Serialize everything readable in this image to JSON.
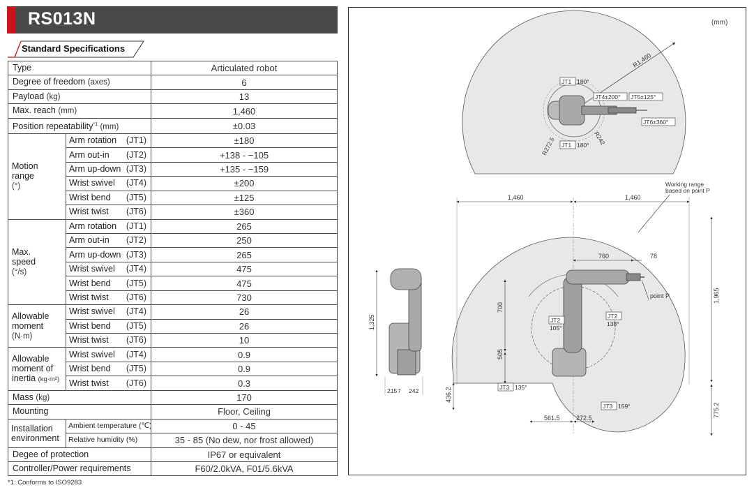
{
  "header": {
    "model": "RS013N",
    "section": "Standard Specifications"
  },
  "specs": {
    "type": {
      "label": "Type",
      "value": "Articulated robot"
    },
    "dof": {
      "label": "Degree of freedom",
      "unit": "(axes)",
      "value": "6"
    },
    "payload": {
      "label": "Payload",
      "unit": "(kg)",
      "value": "13"
    },
    "reach": {
      "label": "Max. reach",
      "unit": "(mm)",
      "value": "1,460"
    },
    "repeat": {
      "label": "Position repeatability",
      "sup": "*1",
      "unit": "(mm)",
      "value": "±0.03"
    },
    "motion": {
      "label1": "Motion",
      "label2": "range",
      "unit": "(°)",
      "rows": [
        {
          "name": "Arm rotation",
          "code": "(JT1)",
          "value": "±180"
        },
        {
          "name": "Arm out-in",
          "code": "(JT2)",
          "value": "+138 - −105"
        },
        {
          "name": "Arm up-down",
          "code": "(JT3)",
          "value": "+135 - −159"
        },
        {
          "name": "Wrist swivel",
          "code": "(JT4)",
          "value": "±200"
        },
        {
          "name": "Wrist bend",
          "code": "(JT5)",
          "value": "±125"
        },
        {
          "name": "Wrist twist",
          "code": "(JT6)",
          "value": "±360"
        }
      ]
    },
    "speed": {
      "label1": "Max.",
      "label2": "speed",
      "unit": "(°/s)",
      "rows": [
        {
          "name": "Arm rotation",
          "code": "(JT1)",
          "value": "265"
        },
        {
          "name": "Arm out-in",
          "code": "(JT2)",
          "value": "250"
        },
        {
          "name": "Arm up-down",
          "code": "(JT3)",
          "value": "265"
        },
        {
          "name": "Wrist swivel",
          "code": "(JT4)",
          "value": "475"
        },
        {
          "name": "Wrist bend",
          "code": "(JT5)",
          "value": "475"
        },
        {
          "name": "Wrist twist",
          "code": "(JT6)",
          "value": "730"
        }
      ]
    },
    "moment": {
      "label1": "Allowable",
      "label2": "moment",
      "unit": "(N·m)",
      "rows": [
        {
          "name": "Wrist swivel",
          "code": "(JT4)",
          "value": "26"
        },
        {
          "name": "Wrist bend",
          "code": "(JT5)",
          "value": "26"
        },
        {
          "name": "Wrist twist",
          "code": "(JT6)",
          "value": "10"
        }
      ]
    },
    "inertia": {
      "label1": "Allowable",
      "label2": "moment of",
      "label3": "inertia",
      "unit": "(kg·m²)",
      "rows": [
        {
          "name": "Wrist swivel",
          "code": "(JT4)",
          "value": "0.9"
        },
        {
          "name": "Wrist bend",
          "code": "(JT5)",
          "value": "0.9"
        },
        {
          "name": "Wrist twist",
          "code": "(JT6)",
          "value": "0.3"
        }
      ]
    },
    "mass": {
      "label": "Mass",
      "unit": "(kg)",
      "value": "170"
    },
    "mounting": {
      "label": "Mounting",
      "value": "Floor, Ceiling"
    },
    "install": {
      "label1": "Installation",
      "label2": "environment",
      "rows": [
        {
          "name": "Ambient temperature (℃)",
          "value": "0 - 45"
        },
        {
          "name": "Relative humidity (%)",
          "value": "35 - 85 (No dew, nor frost allowed)"
        }
      ]
    },
    "protection": {
      "label": "Degee of protection",
      "value": "IP67 or equivalent"
    },
    "controller": {
      "label": "Controller/Power requirements",
      "value": "F60/2.0kVA, F01/5.6kVA"
    }
  },
  "footnote": "*1: Conforms to ISO9283",
  "diagram": {
    "unit": "(mm)",
    "top_view": {
      "radius": "R1,460",
      "jt1_top": "180°",
      "jt1_bottom": "180°",
      "jt4": "JT4±200°",
      "jt5": "JT5±125°",
      "jt6": "JT6±360°",
      "r2725": "R272.5",
      "r242": "R242",
      "jt1_tag": "JT1"
    },
    "side_view": {
      "working_range_1": "Working range",
      "working_range_2": "based on point P",
      "dim_1460_left": "1,460",
      "dim_1460_right": "1,460",
      "dim_760": "760",
      "dim_78": "78",
      "dim_700": "700",
      "dim_505": "505",
      "dim_1965": "1,965",
      "dim_7752": "775.2",
      "dim_4362": "436.2",
      "dim_5615": "561.5",
      "dim_2725": "272.5",
      "point_p": "point P",
      "jt2_tag": "JT2",
      "jt2_left": "105°",
      "jt2_right": "138°",
      "jt3_tag": "JT3",
      "jt3_left": "135°",
      "jt3_right": "159°"
    },
    "front_view": {
      "dim_1325": "1,325",
      "dim_215": "215",
      "dim_7": "7",
      "dim_242": "242"
    }
  }
}
